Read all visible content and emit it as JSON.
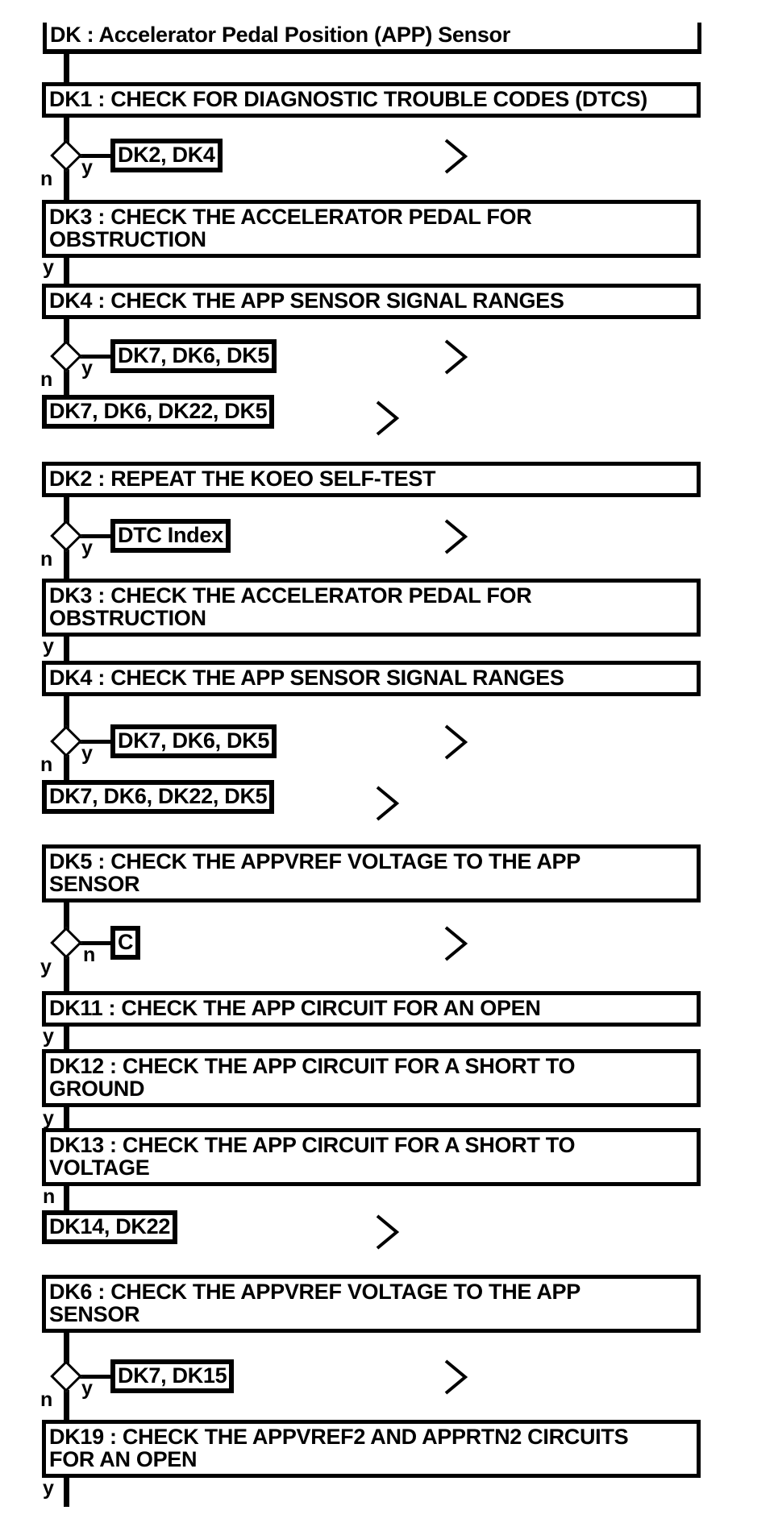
{
  "flowchart": {
    "title": "DK : Accelerator Pedal Position (APP) Sensor",
    "steps": {
      "dk1": {
        "text": "DK1 : CHECK FOR DIAGNOSTIC TROUBLE CODES (DTCS)"
      },
      "dk3a": {
        "text": "DK3 : CHECK THE ACCELERATOR PEDAL FOR\nOBSTRUCTION",
        "exit_label": "y"
      },
      "dk4a": {
        "text": "DK4 : CHECK THE APP SENSOR SIGNAL RANGES"
      },
      "dk2": {
        "text": "DK2 : REPEAT THE KOEO SELF-TEST"
      },
      "dk3b": {
        "text": "DK3 : CHECK THE ACCELERATOR PEDAL FOR\nOBSTRUCTION",
        "exit_label": "y"
      },
      "dk4b": {
        "text": "DK4 : CHECK THE APP SENSOR SIGNAL RANGES"
      },
      "dk5": {
        "text": "DK5 : CHECK THE APPVREF VOLTAGE TO THE APP\nSENSOR"
      },
      "dk11": {
        "text": "DK11 : CHECK THE APP CIRCUIT FOR AN OPEN",
        "exit_label": "y"
      },
      "dk12": {
        "text": "DK12 : CHECK THE APP CIRCUIT FOR A SHORT TO\nGROUND",
        "exit_label": "y"
      },
      "dk13": {
        "text": "DK13 : CHECK THE APP CIRCUIT FOR A SHORT TO\nVOLTAGE",
        "exit_label": "n"
      },
      "dk6": {
        "text": "DK6 : CHECK THE APPVREF VOLTAGE TO THE APP\nSENSOR"
      },
      "dk19": {
        "text": "DK19 : CHECK THE APPVREF2 AND APPRTN2 CIRCUITS\nFOR AN OPEN",
        "exit_label": "y"
      }
    },
    "decisions": {
      "d1": {
        "yes": "y",
        "no": "n",
        "ref": "DK2, DK4"
      },
      "d2": {
        "yes": "y",
        "no": "n",
        "ref": "DK7, DK6, DK5"
      },
      "d3": {
        "yes": "y",
        "no": "n",
        "ref": "DTC Index"
      },
      "d4": {
        "yes": "y",
        "no": "n",
        "ref": "DK7, DK6, DK5"
      },
      "d5": {
        "yes": "y",
        "no": "n",
        "ref": "C"
      },
      "d6": {
        "yes": "y",
        "no": "n",
        "ref": "DK7, DK15"
      }
    },
    "terminals": {
      "t1": "DK7, DK6, DK22, DK5",
      "t2": "DK7, DK6, DK22, DK5",
      "t3": "DK14, DK22"
    },
    "colors": {
      "line": "#000000",
      "background": "#ffffff"
    }
  }
}
